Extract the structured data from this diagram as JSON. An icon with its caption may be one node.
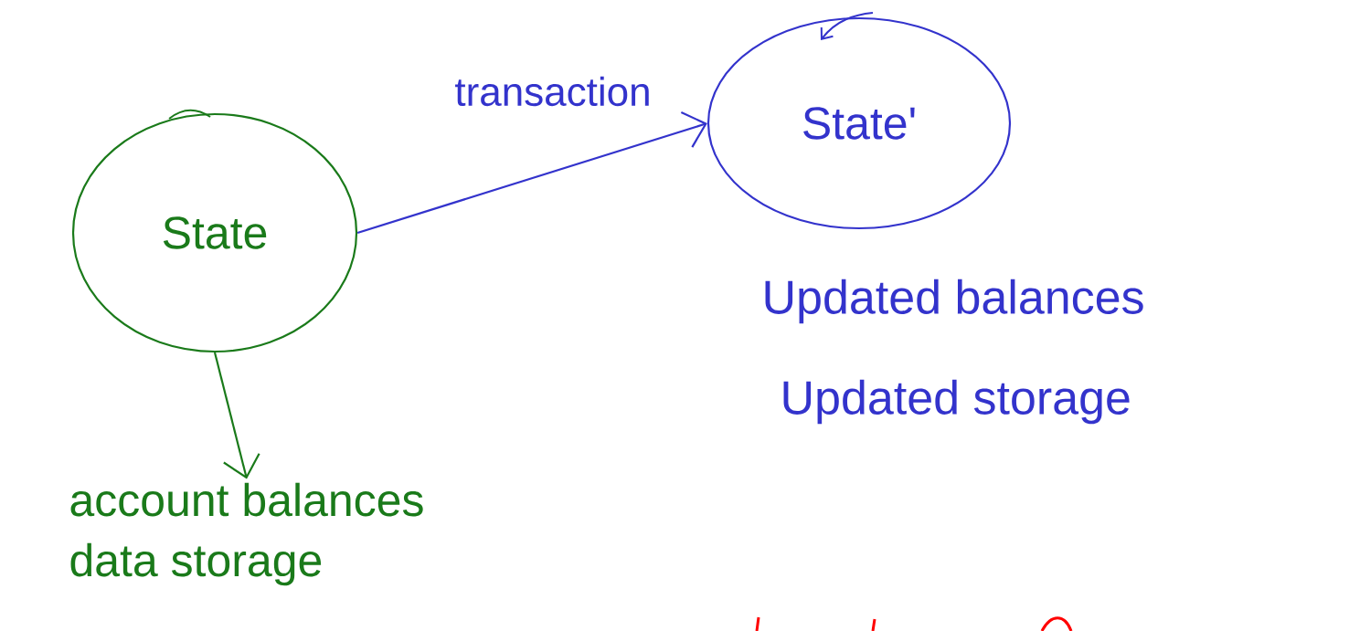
{
  "diagram": {
    "nodes": [
      {
        "text": [
          "State"
        ]
      },
      {
        "text": [
          "State'"
        ]
      },
      {
        "text": [
          "account balances",
          "data storage"
        ]
      }
    ],
    "edges": [
      {
        "from": 0,
        "to": 1,
        "arrow": "to",
        "label": "transaction",
        "color": "#3333cc"
      },
      {
        "from": 0,
        "to": 2,
        "arrow": "to",
        "color": "#1a7a1a"
      }
    ],
    "labels": [
      "Updated balances",
      "Updated storage"
    ]
  }
}
